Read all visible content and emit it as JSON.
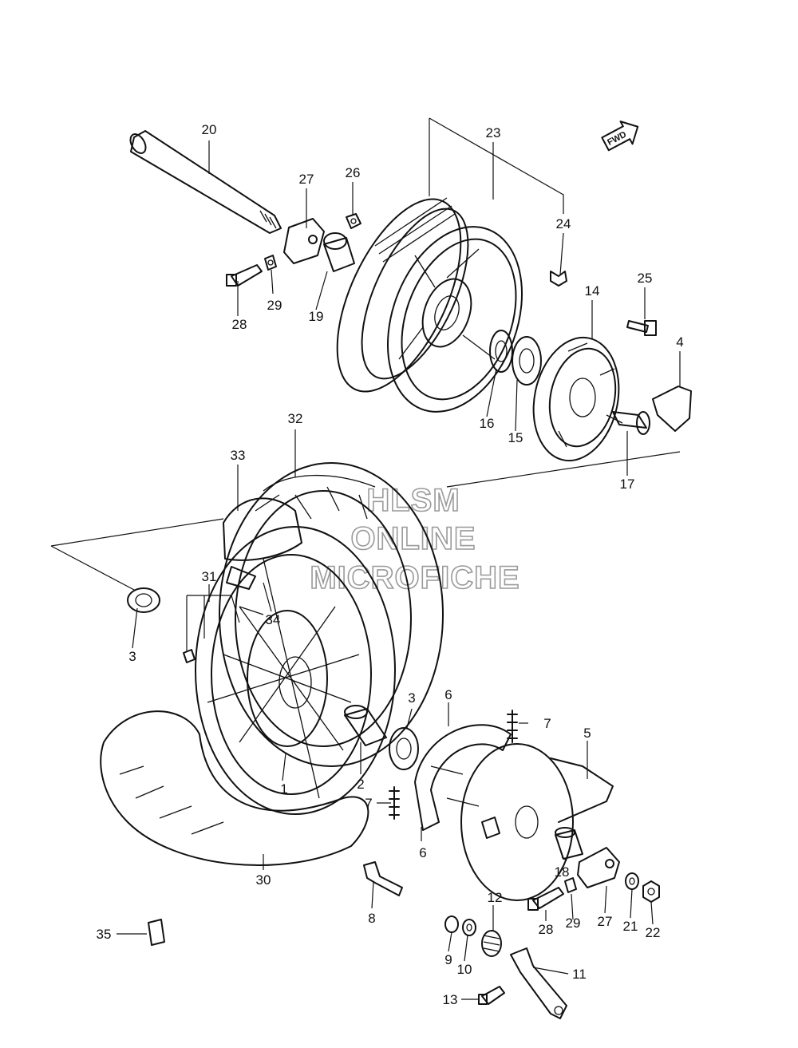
{
  "watermark": {
    "line1": "HLSM",
    "line2": "ONLINE",
    "line3": "MICROFICHE"
  },
  "direction_arrow": {
    "label": "FWD",
    "icon": "forward-arrow-icon"
  },
  "callouts": {
    "c1": "1",
    "c2": "2",
    "c3a": "3",
    "c3b": "3",
    "c4": "4",
    "c5": "5",
    "c6a": "6",
    "c6b": "6",
    "c7a": "7",
    "c7b": "7",
    "c8": "8",
    "c9": "9",
    "c10": "10",
    "c11": "11",
    "c12": "12",
    "c13": "13",
    "c14": "14",
    "c15": "15",
    "c16": "16",
    "c17": "17",
    "c18": "18",
    "c19": "19",
    "c20": "20",
    "c21": "21",
    "c22": "22",
    "c23": "23",
    "c24": "24",
    "c25": "25",
    "c26": "26",
    "c27a": "27",
    "c27b": "27",
    "c28a": "28",
    "c28b": "28",
    "c29a": "29",
    "c29b": "29",
    "c30": "30",
    "c31": "31",
    "c32": "32",
    "c33": "33",
    "c34": "34",
    "c35": "35"
  }
}
